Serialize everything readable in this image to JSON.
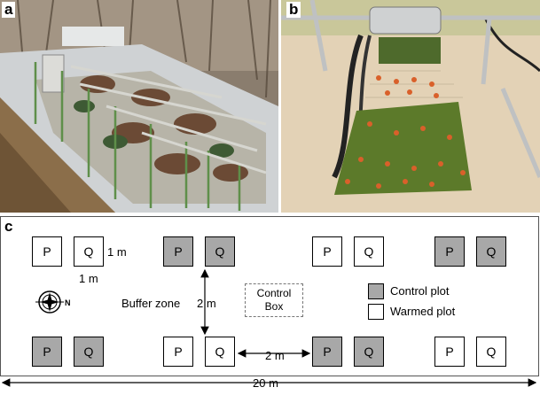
{
  "panels": {
    "a": "a",
    "b": "b",
    "c": "c"
  },
  "plot_labels": {
    "p": "P",
    "q": "Q"
  },
  "dimensions": {
    "plot_size_h": "1 m",
    "plot_size_v": "1 m",
    "buffer_v": "2 m",
    "buffer_h": "2 m",
    "total": "20 m"
  },
  "buffer_zone": "Buffer zone",
  "control_box": {
    "line1": "Control",
    "line2": "Box"
  },
  "legend": {
    "control": "Control plot",
    "warmed": "Warmed plot"
  },
  "compass": {
    "north": "N"
  },
  "colors": {
    "control_fill": "#a8a8a8",
    "warmed_fill": "#ffffff",
    "seedling_needle": "#5c7a2a",
    "seedling_tip": "#d9602a",
    "sand": "#e3d2b6"
  }
}
